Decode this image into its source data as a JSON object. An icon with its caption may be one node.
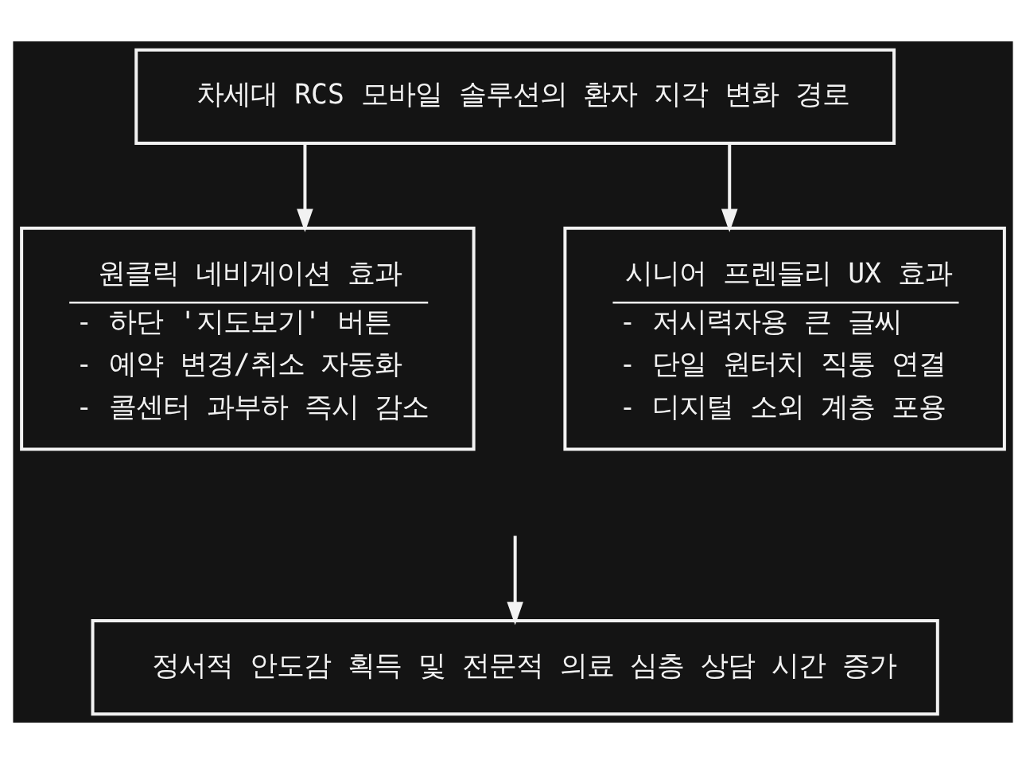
{
  "diagram": {
    "nodes": [
      {
        "text": [
          "차세대 RCS 모바일 솔루션의 환자 지각 변화 경로"
        ]
      },
      {
        "text": [
          "원클릭 네비게이션 효과",
          "- 하단 '지도보기' 버튼",
          "- 예약 변경/취소 자동화",
          "- 콜센터 과부하 즉시 감소"
        ]
      },
      {
        "text": [
          "시니어 프렌들리 UX 효과",
          "- 저시력자용 큰 글씨",
          "- 단일 원터치 직통 연결",
          "- 디지털 소외 계층 포용"
        ]
      },
      {
        "text": [
          "정서적 안도감 획득 및 전문적 의료 심층 상담 시간 증가"
        ]
      }
    ],
    "edges": [
      {
        "from": 0,
        "to": 1,
        "arrow": "to"
      },
      {
        "from": 0,
        "to": 2,
        "arrow": "to"
      },
      {
        "from": null,
        "to": 3,
        "arrow": "to"
      }
    ]
  }
}
